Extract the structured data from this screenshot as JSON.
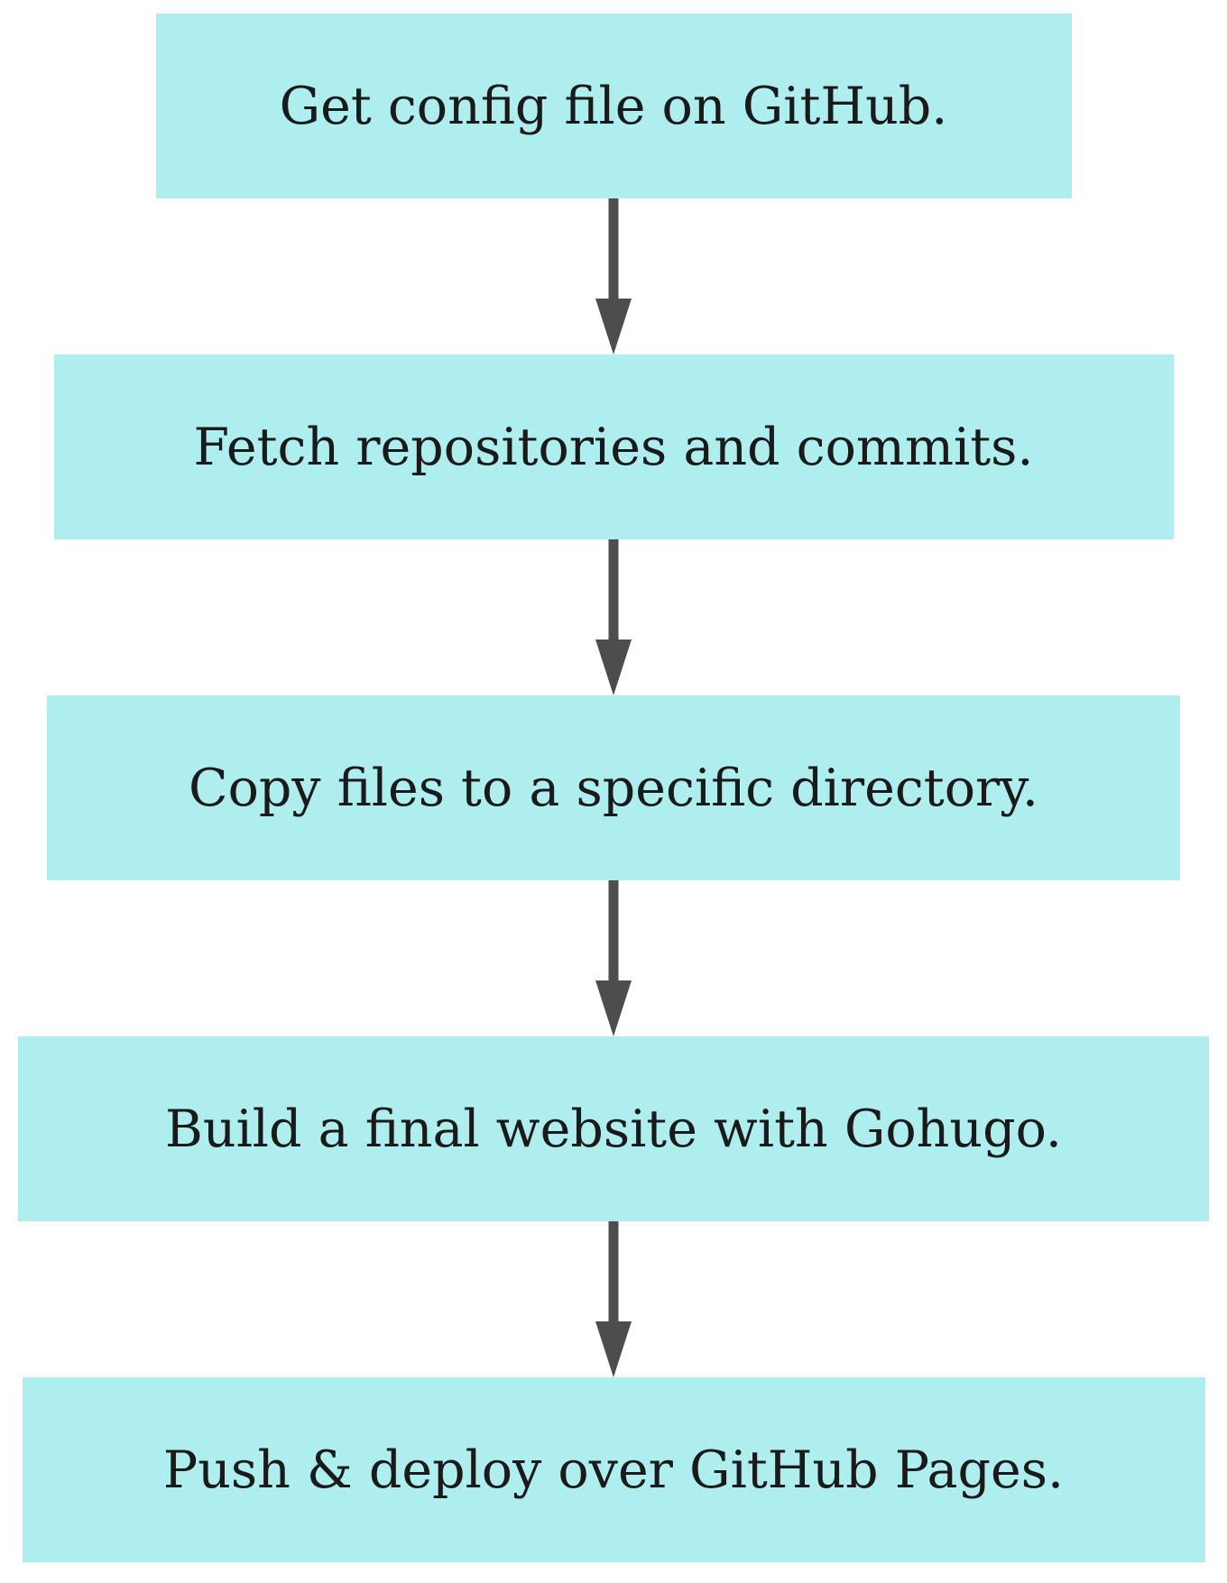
{
  "diagram": {
    "type": "flowchart",
    "direction": "top-down",
    "background_color": "#ffffff",
    "node_fill_color": "#AFEEEE",
    "node_text_color": "#1a1a1a",
    "arrow_color": "#4d4d4d",
    "nodes": [
      {
        "label": "Get config file on GitHub."
      },
      {
        "label": "Fetch repositories and commits."
      },
      {
        "label": "Copy files to a specific directory."
      },
      {
        "label": "Build a final website with Gohugo."
      },
      {
        "label": "Push & deploy over GitHub Pages."
      }
    ],
    "edges": [
      {
        "from": 0,
        "to": 1
      },
      {
        "from": 1,
        "to": 2
      },
      {
        "from": 2,
        "to": 3
      },
      {
        "from": 3,
        "to": 4
      }
    ]
  }
}
